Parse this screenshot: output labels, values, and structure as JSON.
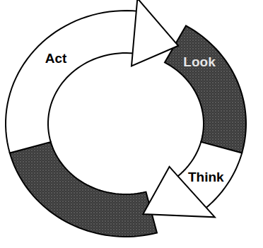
{
  "diagram": {
    "nodes": [
      {
        "text": [
          "Act"
        ]
      },
      {
        "text": [
          "Look"
        ]
      },
      {
        "text": [
          "Think"
        ]
      }
    ]
  }
}
